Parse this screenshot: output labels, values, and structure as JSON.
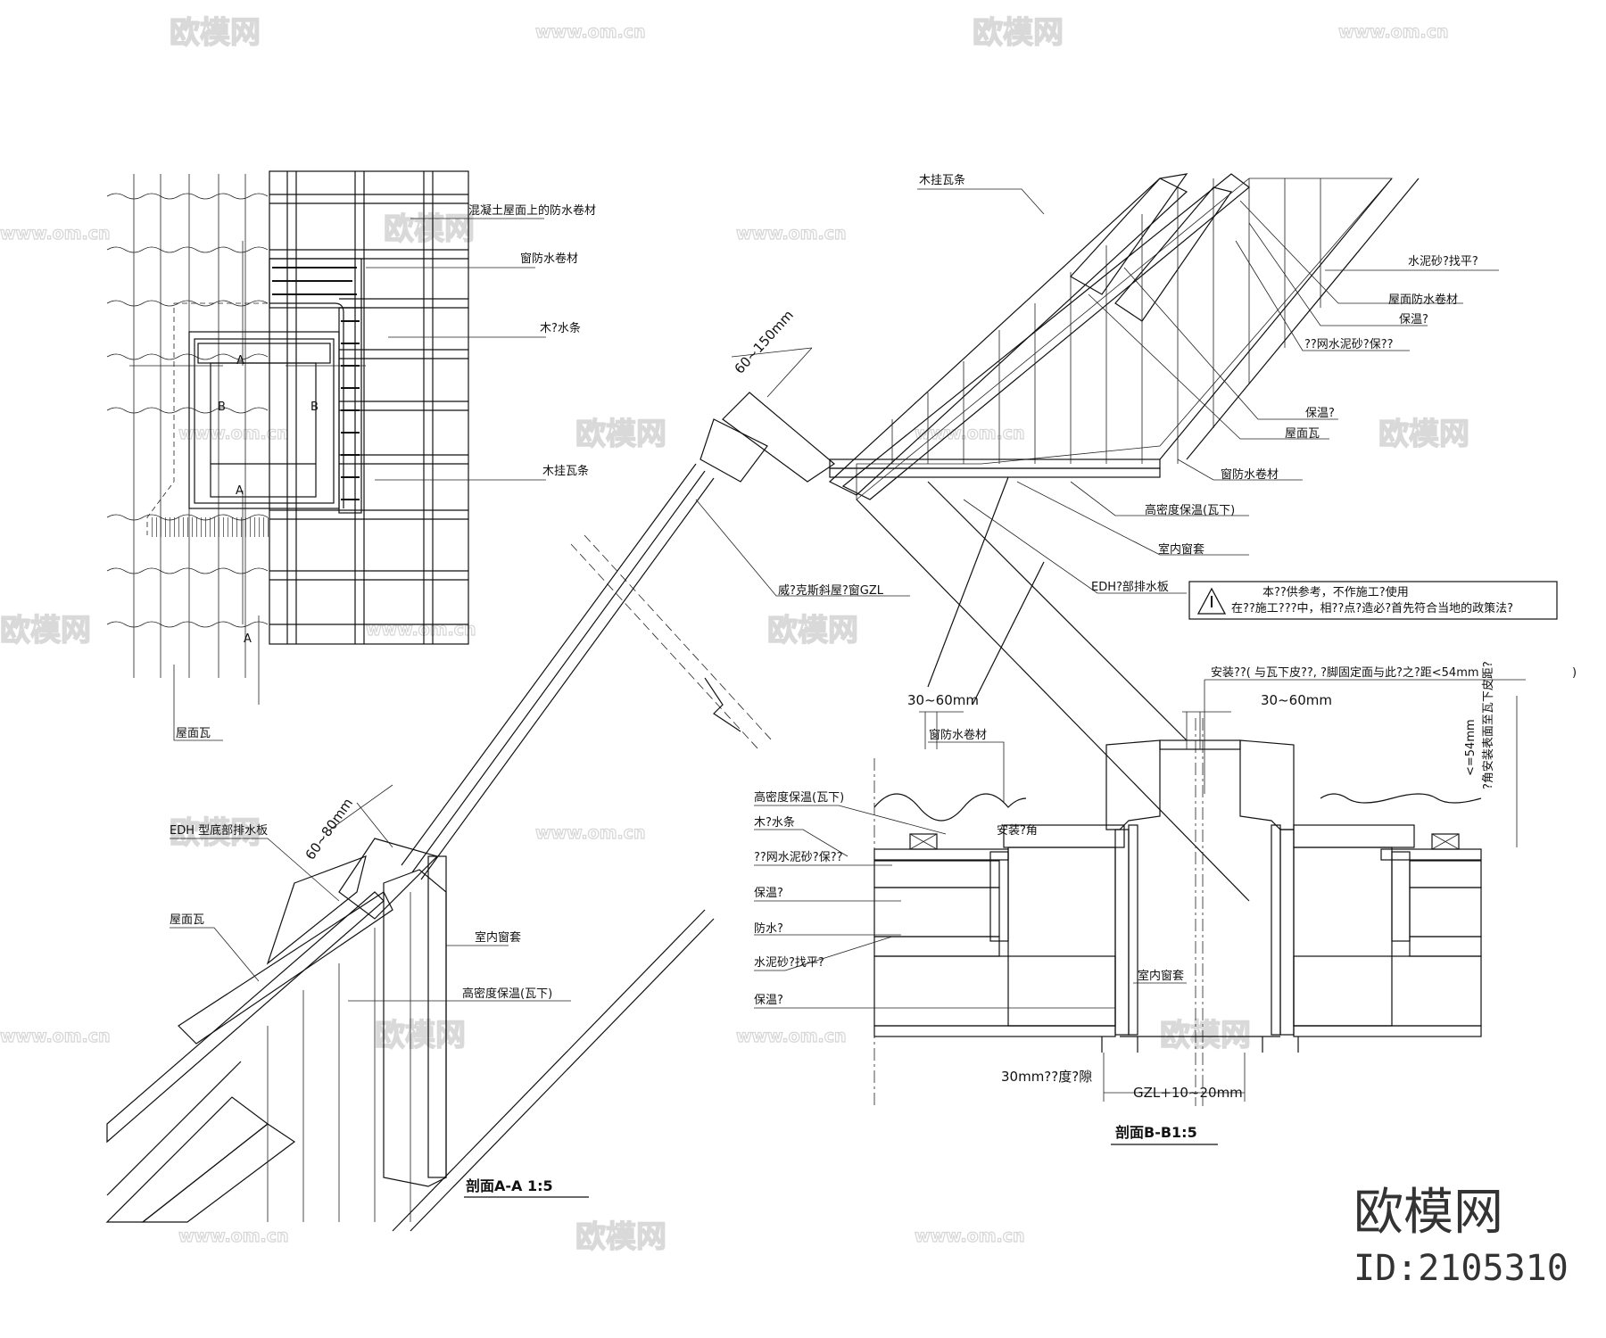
{
  "watermark": {
    "brand": "欧模网",
    "url": "www.om.cn"
  },
  "plan": {
    "labels": [
      "混凝土屋面上的防水卷材",
      "窗防水卷材",
      "木?水条",
      "木挂瓦条",
      "屋面瓦"
    ],
    "section_marks": [
      "A",
      "A",
      "A",
      "B",
      "B"
    ]
  },
  "section_aa": {
    "labels_upper": [
      "木挂瓦条",
      "水泥砂?找平?",
      "屋面防水卷材",
      "保温?",
      "??网水泥砂?保??",
      "保温?",
      "屋面瓦",
      "窗防水卷材",
      "高密度保温(瓦下)",
      "室内窗套",
      "EDH?部排水板",
      "威?克斯斜屋?窗GZL"
    ],
    "labels_lower": [
      "EDH 型底部排水板",
      "屋面瓦",
      "室内窗套",
      "高密度保温(瓦下)"
    ],
    "dim_top": "60~150mm",
    "dim_bottom": "60~80mm",
    "title": "剖面A-A 1:5"
  },
  "warning": {
    "line1": "本??供参考，不作施工?使用",
    "line2": "在??施工???中，相??点?造必?首先符合当地的政策法?"
  },
  "section_bb": {
    "install_note": "安装??(  与瓦下皮??, ?脚固定面与此?之?距<54mm",
    "install_note_close": ")",
    "dim_left": "30~60mm",
    "dim_right": "30~60mm",
    "vertical_note": "<=54mm",
    "vertical_note2": "?角安装表面至瓦下皮距?",
    "window_flashing": "窗防水卷材",
    "labels_left": [
      "高密度保温(瓦下)",
      "木?水条",
      "??网水泥砂?保??",
      "保温?",
      "防水?",
      "水泥砂?找平?",
      "保温?"
    ],
    "install_corner": "安装?角",
    "interior_trim": "室内窗套",
    "gap": "30mm??度?隙",
    "width_dim": "GZL+10~20mm",
    "title": "剖面B-B1:5"
  },
  "logo": {
    "name": "欧模网",
    "id": "ID:2105310"
  }
}
